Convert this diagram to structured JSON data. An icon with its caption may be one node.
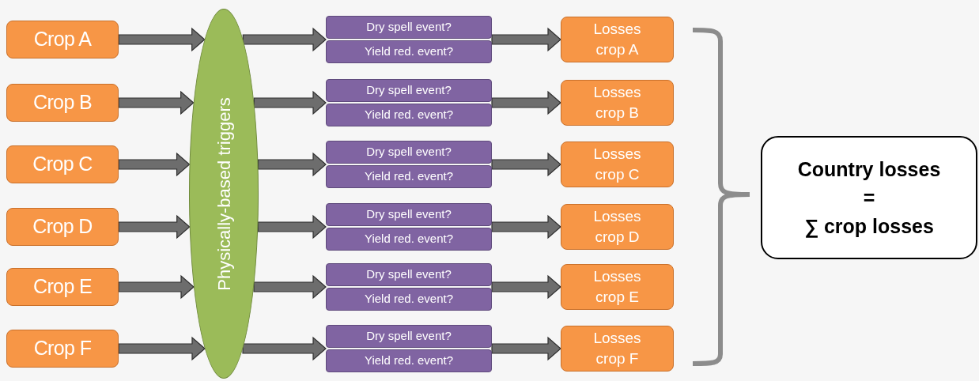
{
  "diagram": {
    "nodes": [
      {
        "text": [
          "Crop A"
        ]
      },
      {
        "text": [
          "Crop B"
        ]
      },
      {
        "text": [
          "Crop C"
        ]
      },
      {
        "text": [
          "Crop D"
        ]
      },
      {
        "text": [
          "Crop E"
        ]
      },
      {
        "text": [
          "Crop F"
        ]
      },
      {
        "text": [
          "Physically-based triggers"
        ]
      },
      {
        "text": [
          "Dry spell event?",
          "Yield red. event?"
        ]
      },
      {
        "text": [
          "Dry spell event?",
          "Yield red. event?"
        ]
      },
      {
        "text": [
          "Dry spell event?",
          "Yield red. event?"
        ]
      },
      {
        "text": [
          "Dry spell event?",
          "Yield red. event?"
        ]
      },
      {
        "text": [
          "Dry spell event?",
          "Yield red. event?"
        ]
      },
      {
        "text": [
          "Dry spell event?",
          "Yield red. event?"
        ]
      },
      {
        "text": [
          "Losses crop A"
        ]
      },
      {
        "text": [
          "Losses crop B"
        ]
      },
      {
        "text": [
          "Losses crop C"
        ]
      },
      {
        "text": [
          "Losses crop D"
        ]
      },
      {
        "text": [
          "Losses crop E"
        ]
      },
      {
        "text": [
          "Losses crop F"
        ]
      },
      {
        "text": [
          "Country losses",
          "=",
          "∑ crop losses"
        ]
      }
    ],
    "edges": [
      {
        "from": 0,
        "to": 6,
        "arrow": "to"
      },
      {
        "from": 1,
        "to": 6,
        "arrow": "to"
      },
      {
        "from": 2,
        "to": 6,
        "arrow": "to"
      },
      {
        "from": 3,
        "to": 6,
        "arrow": "to"
      },
      {
        "from": 4,
        "to": 6,
        "arrow": "to"
      },
      {
        "from": 5,
        "to": 6,
        "arrow": "to"
      },
      {
        "from": 6,
        "to": 7,
        "arrow": "to"
      },
      {
        "from": 6,
        "to": 8,
        "arrow": "to"
      },
      {
        "from": 6,
        "to": 9,
        "arrow": "to"
      },
      {
        "from": 6,
        "to": 10,
        "arrow": "to"
      },
      {
        "from": 6,
        "to": 11,
        "arrow": "to"
      },
      {
        "from": 6,
        "to": 12,
        "arrow": "to"
      },
      {
        "from": 7,
        "to": 13,
        "arrow": "to"
      },
      {
        "from": 8,
        "to": 14,
        "arrow": "to"
      },
      {
        "from": 9,
        "to": 15,
        "arrow": "to"
      },
      {
        "from": 10,
        "to": 16,
        "arrow": "to"
      },
      {
        "from": 11,
        "to": 17,
        "arrow": "to"
      },
      {
        "from": 12,
        "to": 18,
        "arrow": "to"
      }
    ]
  }
}
